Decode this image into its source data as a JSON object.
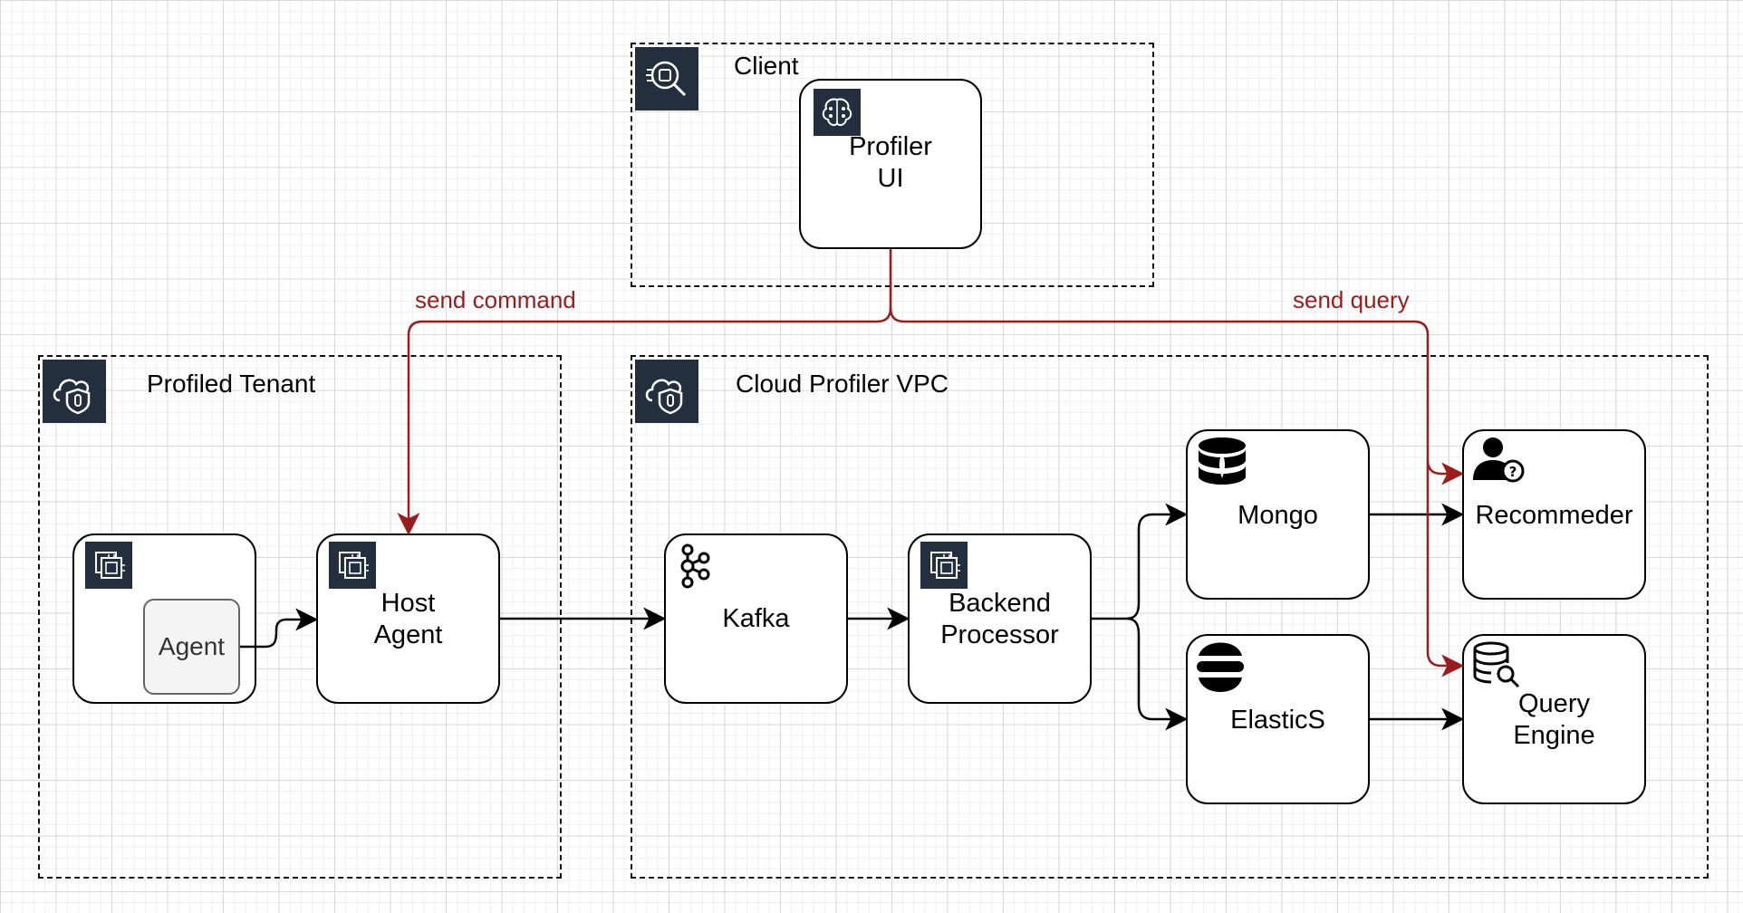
{
  "groups": {
    "client": "Client",
    "tenant": "Profiled Tenant",
    "vpc": "Cloud Profiler VPC"
  },
  "nodes": {
    "profiler_ui": "Profiler\nUI",
    "agent": "Agent",
    "host_agent": "Host\nAgent",
    "kafka": "Kafka",
    "backend": "Backend\nProcessor",
    "mongo": "Mongo",
    "elastic": "ElasticS",
    "recommender": "Recommeder",
    "query_engine": "Query\nEngine"
  },
  "edge_labels": {
    "send_command": "send command",
    "send_query": "send query"
  },
  "colors": {
    "command_edge": "#9b1c1c",
    "data_edge": "#000000",
    "icon_bg": "#232f3e"
  },
  "icons": {
    "client": "search-analytics-icon",
    "tenant": "cloud-shield-icon",
    "vpc": "cloud-shield-icon",
    "profiler_ui": "brain-icon",
    "compute": "chip-icon",
    "kafka": "kafka-icon",
    "mongo": "database-icon",
    "elastic": "elastic-icon",
    "recommender": "user-question-icon",
    "query_engine": "database-search-icon"
  }
}
